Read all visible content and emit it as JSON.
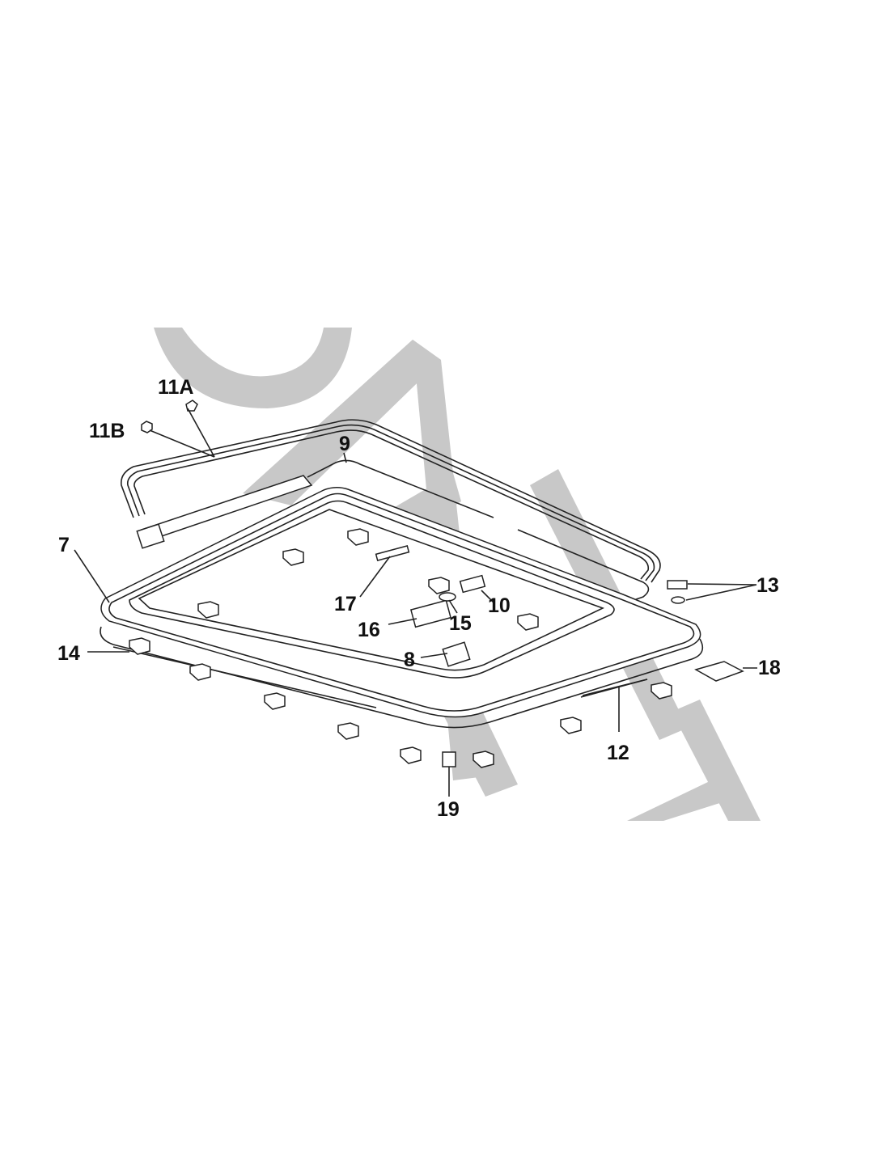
{
  "diagram": {
    "title": "Roof hatch exploded parts diagram",
    "watermark_color": "#c8c8c8",
    "labels": {
      "p11a": "11A",
      "p11b": "11B",
      "p9": "9",
      "p7": "7",
      "p17": "17",
      "p13": "13",
      "p10": "10",
      "p15": "15",
      "p16": "16",
      "p14": "14",
      "p8": "8",
      "p18": "18",
      "p12": "12",
      "p19": "19"
    }
  }
}
